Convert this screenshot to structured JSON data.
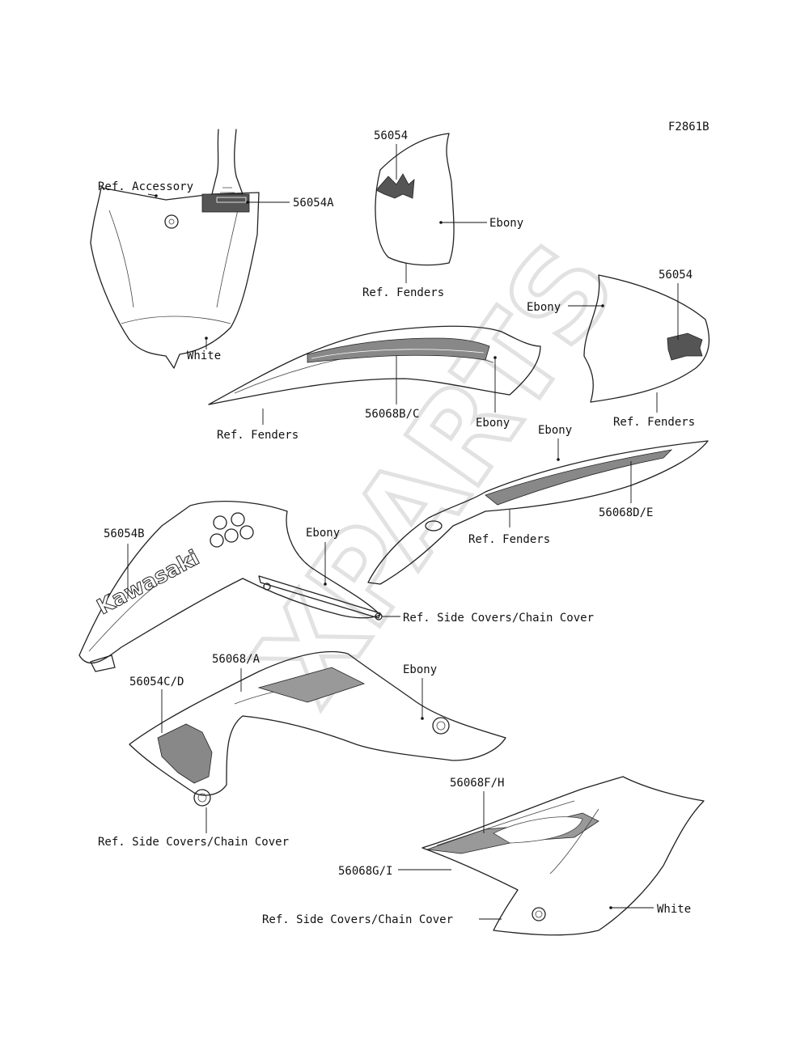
{
  "figure_code": "F2861B",
  "watermark": "XPARTS",
  "decal_text": "Kawasaki",
  "callouts": {
    "ref_accessory": "Ref. Accessory",
    "p56054A": "56054A",
    "white_front": "White",
    "p56054_top": "56054",
    "ebony_top": "Ebony",
    "ref_fenders_top": "Ref. Fenders",
    "ebony_right": "Ebony",
    "p56054_right": "56054",
    "ref_fenders_right": "Ref. Fenders",
    "ref_fenders_mid": "Ref. Fenders",
    "p56068BC": "56068B/C",
    "ebony_mid": "Ebony",
    "ebony_rear": "Ebony",
    "p56068DE": "56068D/E",
    "ref_fenders_rear": "Ref. Fenders",
    "p56054B": "56054B",
    "ebony_shroud": "Ebony",
    "ref_side_covers_1": "Ref. Side Covers/Chain Cover",
    "p56068A": "56068/A",
    "p56054CD": "56054C/D",
    "ebony_lower": "Ebony",
    "ref_side_covers_2": "Ref. Side Covers/Chain Cover",
    "p56068FH": "56068F/H",
    "p56068GI": "56068G/I",
    "ref_side_covers_3": "Ref. Side Covers/Chain Cover",
    "white_side": "White"
  }
}
